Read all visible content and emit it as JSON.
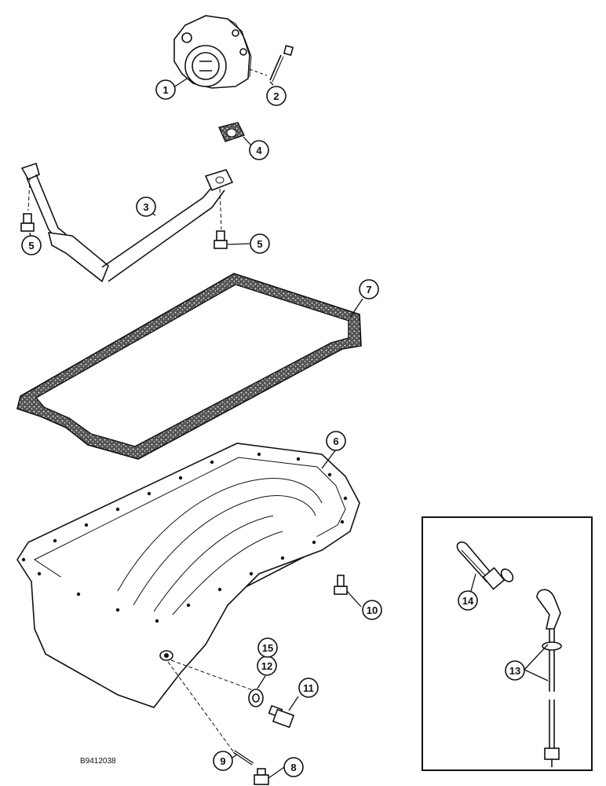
{
  "figure_id": "B9412038",
  "callouts": [
    {
      "id": "c1",
      "label": "1"
    },
    {
      "id": "c2",
      "label": "2"
    },
    {
      "id": "c3",
      "label": "3"
    },
    {
      "id": "c4",
      "label": "4"
    },
    {
      "id": "c5a",
      "label": "5"
    },
    {
      "id": "c5b",
      "label": "5"
    },
    {
      "id": "c6",
      "label": "6"
    },
    {
      "id": "c7",
      "label": "7"
    },
    {
      "id": "c8",
      "label": "8"
    },
    {
      "id": "c9",
      "label": "9"
    },
    {
      "id": "c10",
      "label": "10"
    },
    {
      "id": "c11",
      "label": "11"
    },
    {
      "id": "c12",
      "label": "12"
    },
    {
      "id": "c13",
      "label": "13"
    },
    {
      "id": "c14",
      "label": "14"
    },
    {
      "id": "c15",
      "label": "15"
    }
  ]
}
